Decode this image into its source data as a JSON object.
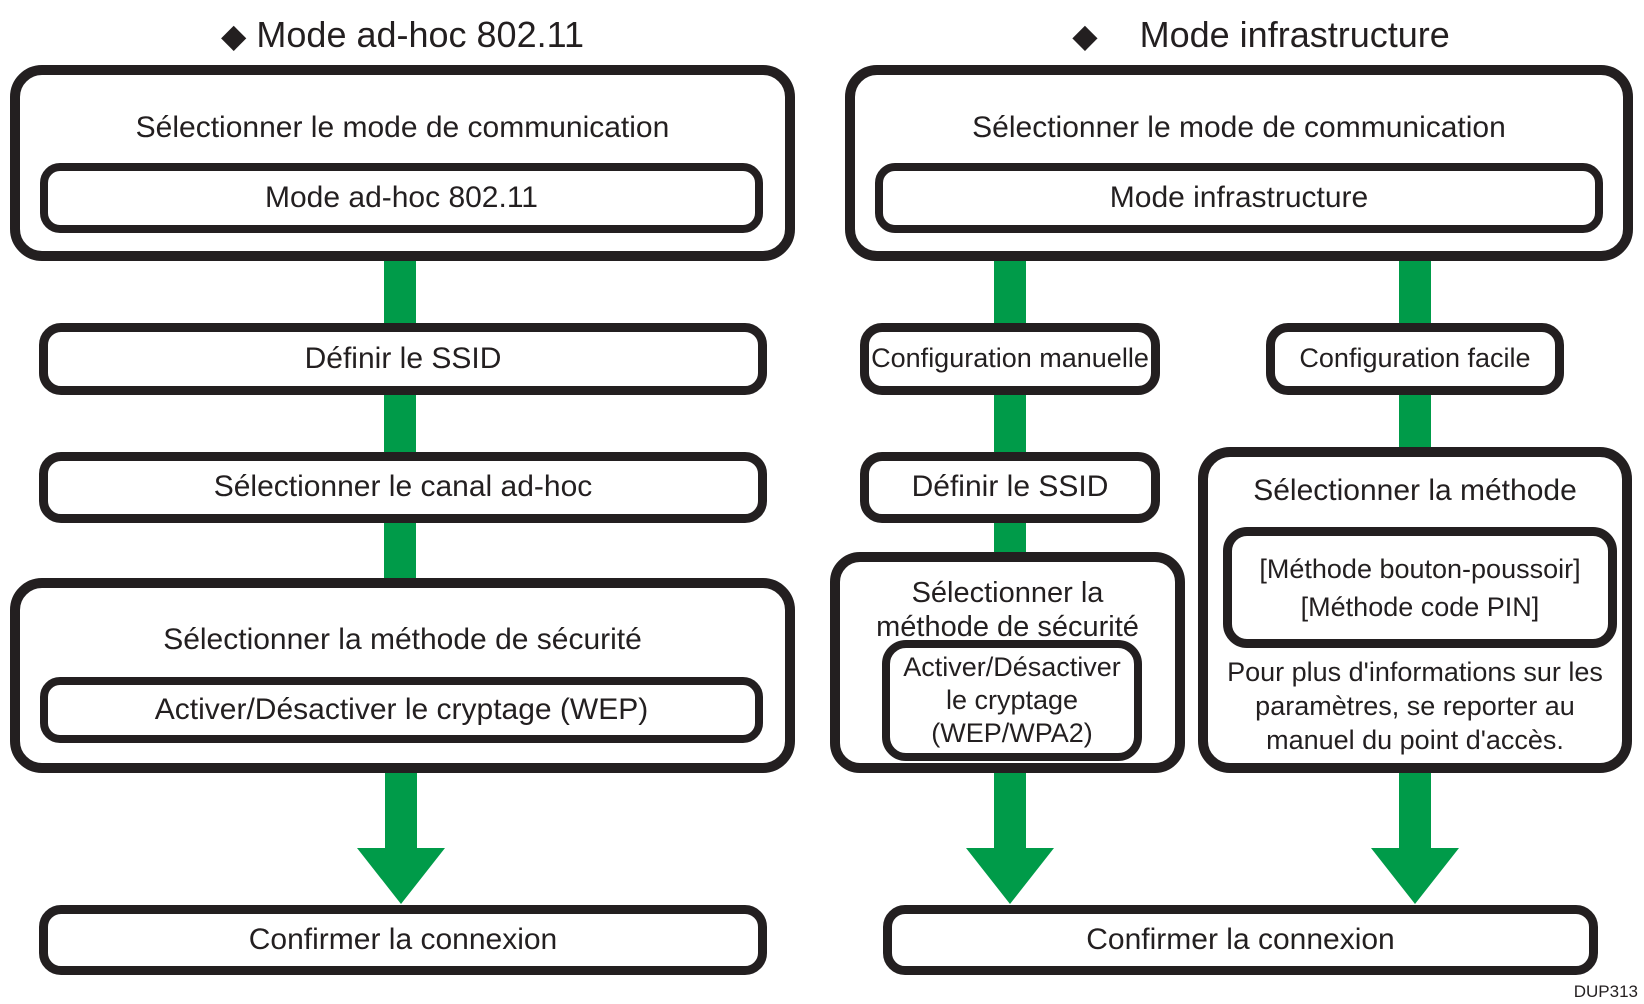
{
  "colors": {
    "green": "#009B49",
    "ink": "#231F20"
  },
  "icons": {
    "diamond": "◆"
  },
  "left_flow": {
    "title": "Mode ad-hoc 802.11",
    "select_mode": {
      "label": "Sélectionner le mode de communication",
      "value": "Mode ad-hoc 802.11"
    },
    "ssid": "Définir le SSID",
    "channel": "Sélectionner le canal ad-hoc",
    "security": {
      "label": "Sélectionner la méthode de sécurité",
      "value": "Activer/Désactiver le cryptage (WEP)"
    },
    "confirm": "Confirmer la connexion"
  },
  "right_flow": {
    "title": "Mode infrastructure",
    "select_mode": {
      "label": "Sélectionner le mode de communication",
      "value": "Mode infrastructure"
    },
    "manual_branch": {
      "label": "Configuration manuelle",
      "ssid": "Définir le SSID",
      "security": {
        "label_lines": [
          "Sélectionner la",
          "méthode de sécurité"
        ],
        "value_lines": [
          "Activer/Désactiver",
          "le cryptage",
          "(WEP/WPA2)"
        ]
      }
    },
    "easy_branch": {
      "label": "Configuration facile",
      "method": {
        "label": "Sélectionner la méthode",
        "value_lines": [
          "[Méthode bouton-poussoir]",
          "[Méthode code PIN]"
        ],
        "note_lines": [
          "Pour plus d'informations sur les",
          "paramètres, se reporter au",
          "manuel du point d'accès."
        ]
      }
    },
    "confirm": "Confirmer la connexion"
  },
  "footer": {
    "figure_id": "DUP313"
  }
}
